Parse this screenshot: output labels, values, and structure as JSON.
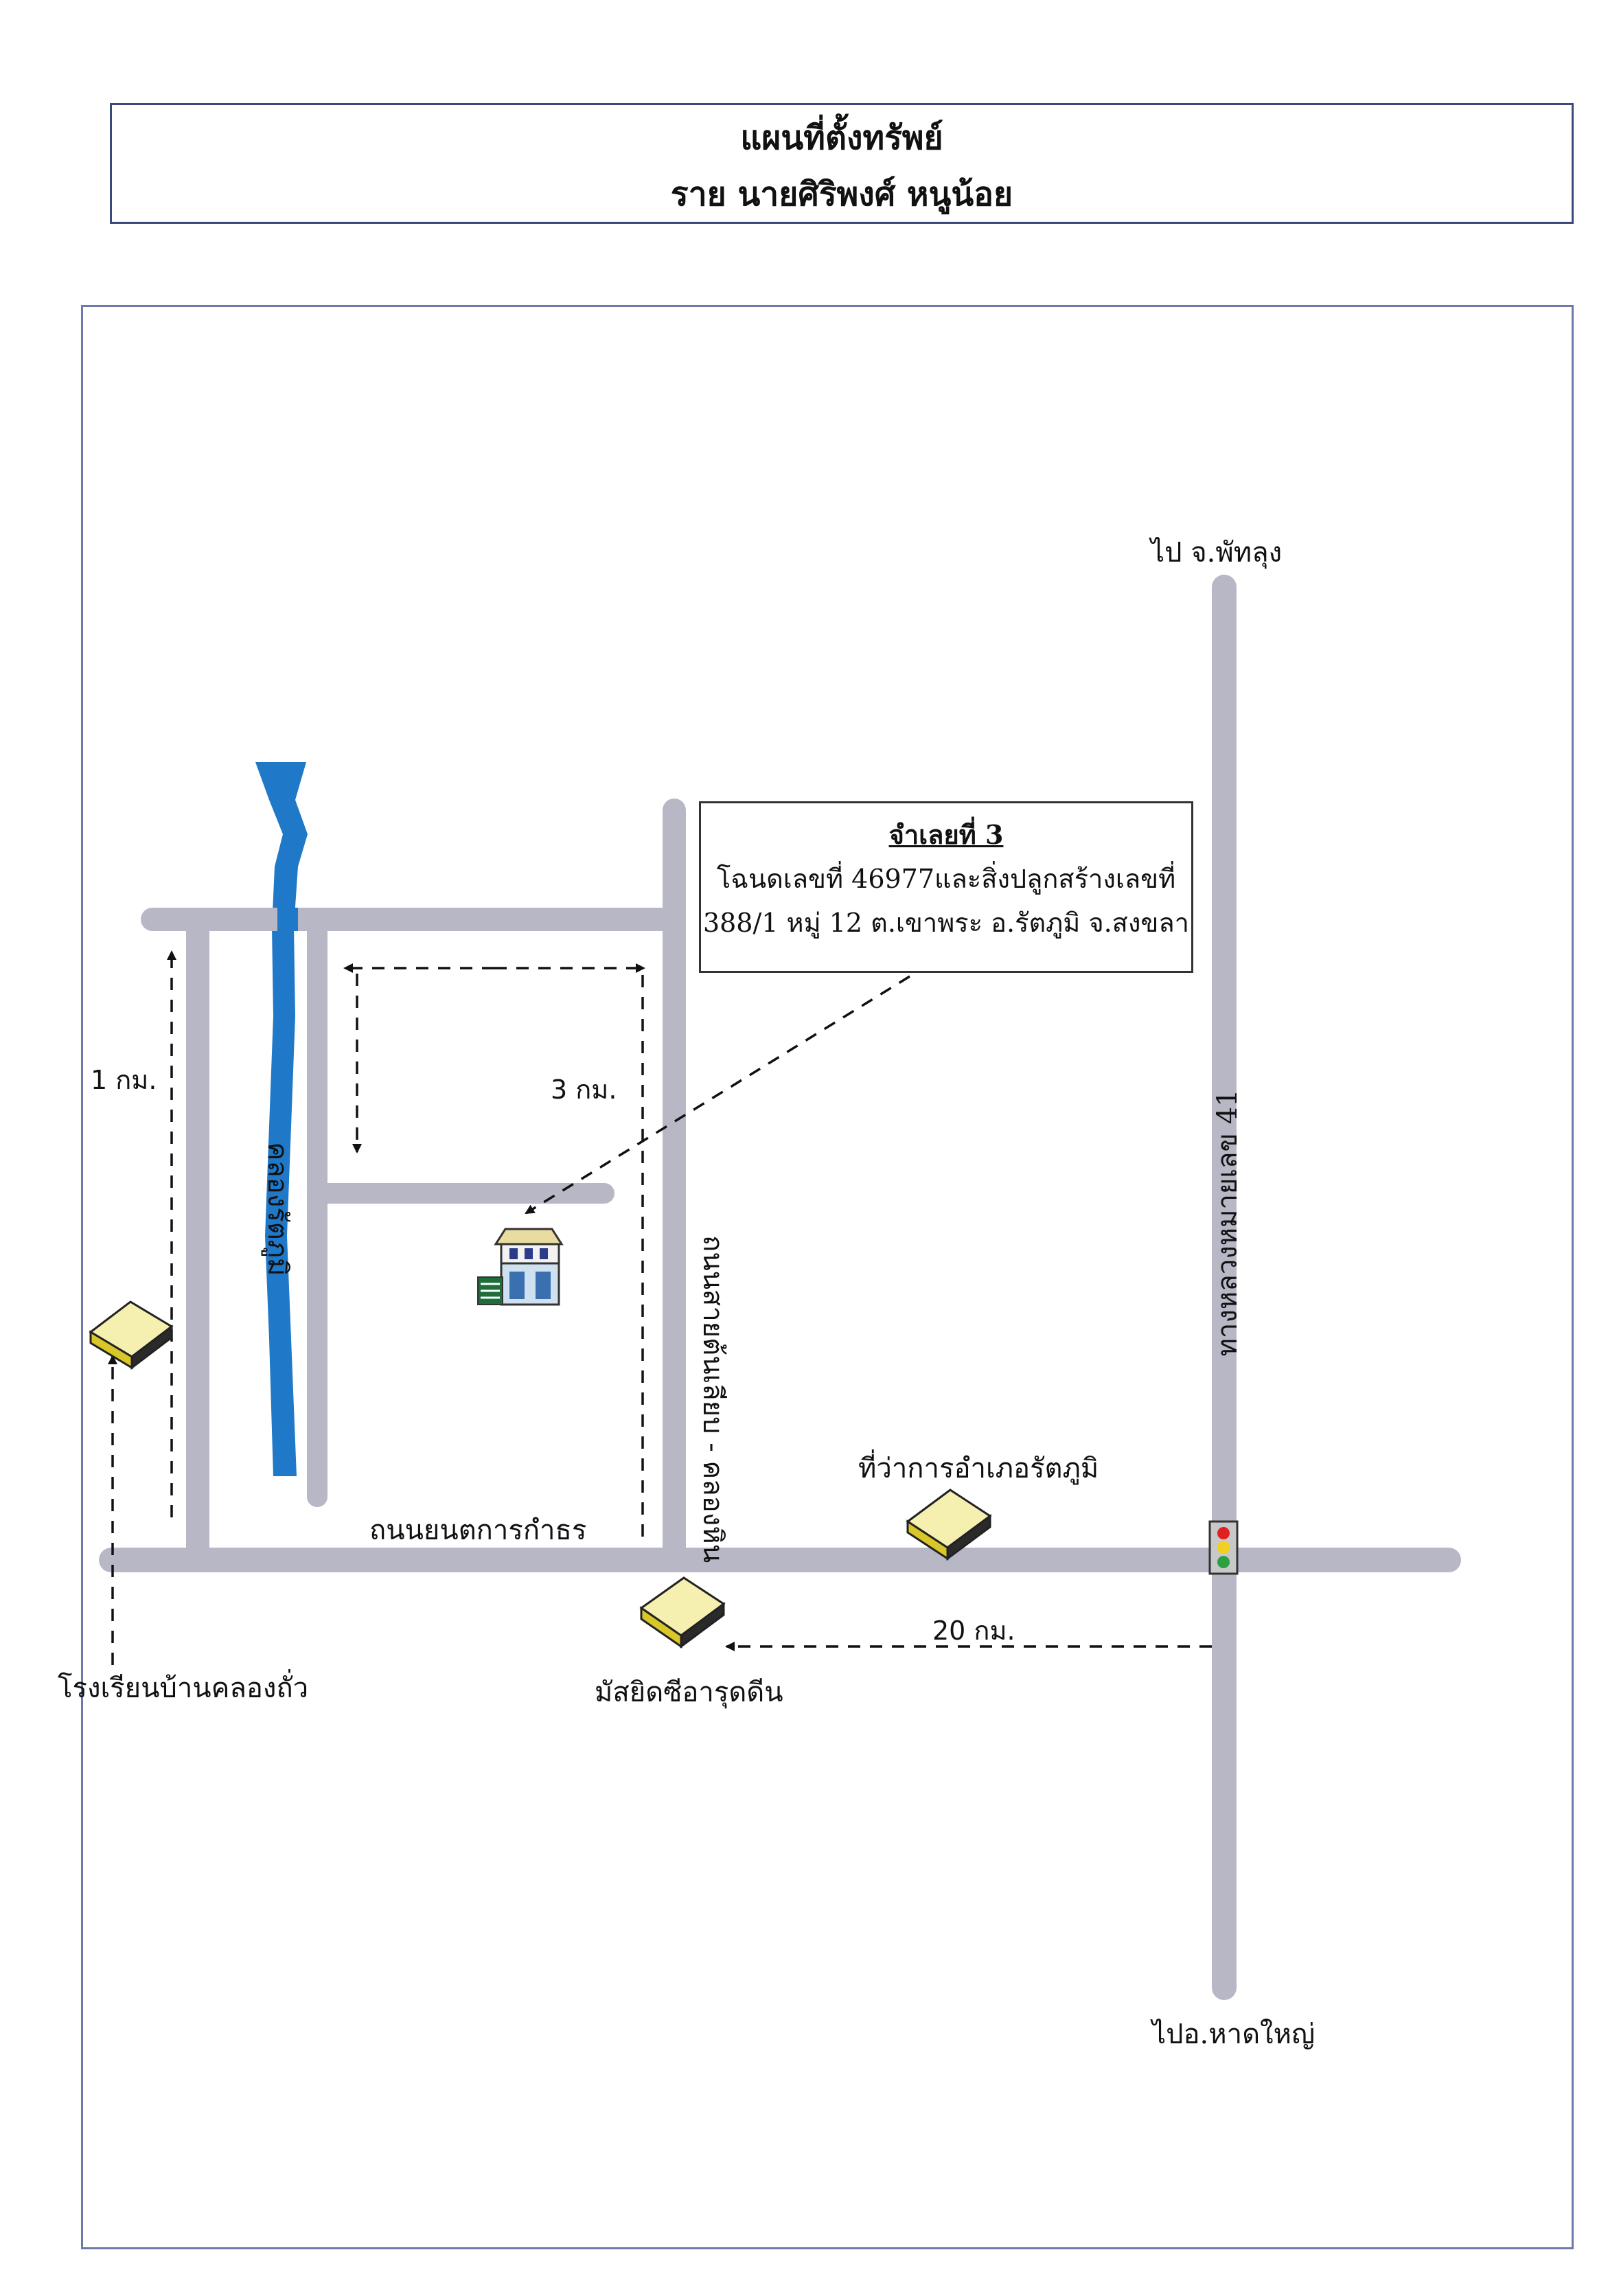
{
  "header": {
    "title": "แผนที่ตั้งทรัพย์",
    "owner": "ราย นายศิริพงศ์ หนูน้อย"
  },
  "callout": {
    "title": "จำเลยที่ 3",
    "line1": "โฉนดเลขที่ 46977และสิ่งปลูกสร้างเลขที่",
    "line2": "388/1 หมู่ 12 ต.เขาพระ อ.รัตภูมิ จ.สงขลา"
  },
  "labels": {
    "to_north": "ไป จ.พัทลุง",
    "to_south": "ไปอ.หาดใหญ่",
    "highway": "ทางหลวงหมายเลข 41",
    "canal": "คลองรัตภูมิ",
    "side_road": "ถนนสายต้นเลียบ - คลองหิน",
    "main_road": "ถนนยนตการกำธร",
    "district_office": "ที่ว่าการอำเภอรัตภูมิ",
    "mosque": "มัสยิดซีอารุดดีน",
    "school": "โรงเรียนบ้านคลองถั่ว",
    "dist_1km": "1 กม.",
    "dist_3km": "3 กม.",
    "dist_20km": "20 กม."
  },
  "colors": {
    "road": "#b7b7c6",
    "canal": "#1f78c8",
    "building_top": "#f6f0b0",
    "building_side": "#d9c72a",
    "frame": "#3b4a78"
  },
  "icons": [
    "house-icon",
    "building-icon",
    "traffic-light-icon"
  ]
}
